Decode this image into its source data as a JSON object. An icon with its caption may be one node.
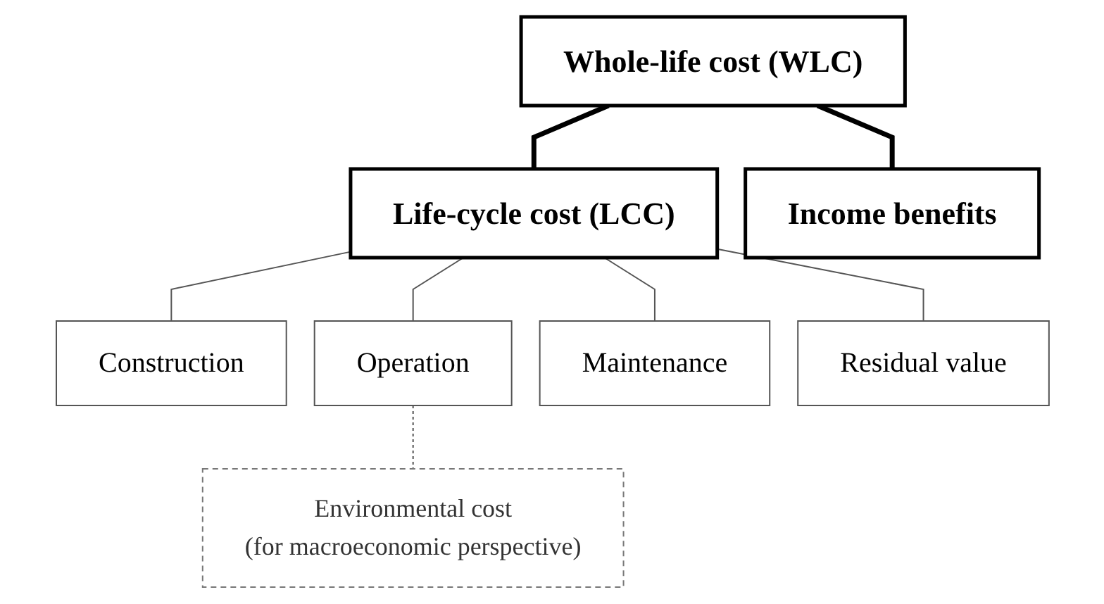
{
  "diagram": {
    "nodes": [
      {
        "text": [
          "Whole-life cost (WLC)"
        ]
      },
      {
        "text": [
          "Life-cycle cost (LCC)"
        ]
      },
      {
        "text": [
          "Income benefits"
        ]
      },
      {
        "text": [
          "Construction"
        ]
      },
      {
        "text": [
          "Operation"
        ]
      },
      {
        "text": [
          "Maintenance"
        ]
      },
      {
        "text": [
          "Residual value"
        ]
      },
      {
        "text": [
          "Environmental cost",
          "(for macroeconomic perspective)"
        ]
      }
    ],
    "edges": [
      {
        "from": 0,
        "to": 1,
        "arrow": "none",
        "style": "thick"
      },
      {
        "from": 0,
        "to": 2,
        "arrow": "none",
        "style": "thick"
      },
      {
        "from": 1,
        "to": 3,
        "arrow": "none"
      },
      {
        "from": 1,
        "to": 4,
        "arrow": "none"
      },
      {
        "from": 1,
        "to": 5,
        "arrow": "none"
      },
      {
        "from": 1,
        "to": 6,
        "arrow": "none"
      },
      {
        "from": 4,
        "to": 7,
        "arrow": "none",
        "style": "dashed"
      }
    ]
  }
}
